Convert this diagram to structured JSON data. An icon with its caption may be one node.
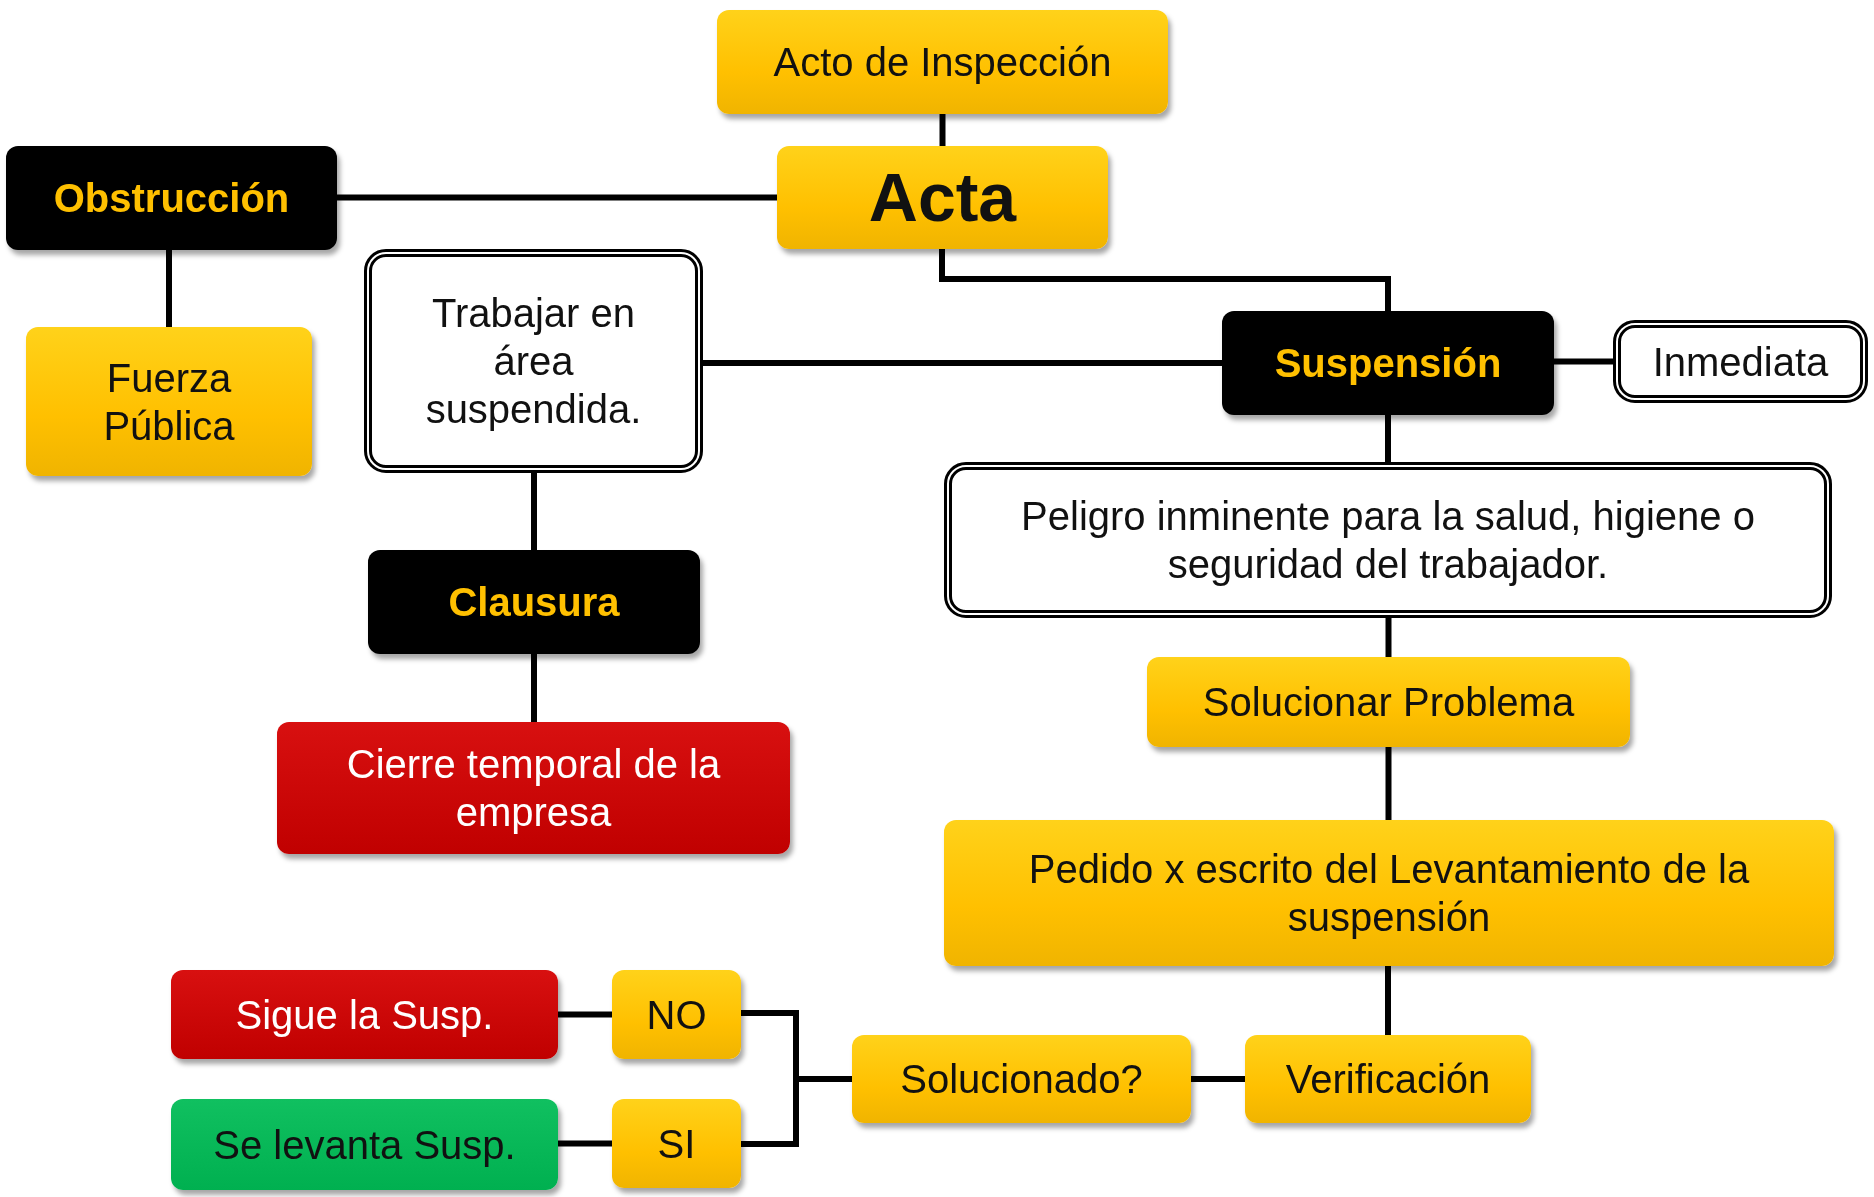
{
  "diagram": {
    "nodes": [
      {
        "text": [
          "Acto de Inspección"
        ]
      },
      {
        "text": [
          "Acta"
        ]
      },
      {
        "text": [
          "Obstrucción"
        ]
      },
      {
        "text": [
          "Fuerza Pública"
        ]
      },
      {
        "text": [
          "Trabajar en área suspendida."
        ]
      },
      {
        "text": [
          "Suspensión"
        ]
      },
      {
        "text": [
          "Inmediata"
        ]
      },
      {
        "text": [
          "Peligro inminente para la salud, higiene o seguridad del trabajador."
        ]
      },
      {
        "text": [
          "Clausura"
        ]
      },
      {
        "text": [
          "Cierre temporal de la empresa"
        ]
      },
      {
        "text": [
          "Solucionar Problema"
        ]
      },
      {
        "text": [
          "Pedido x escrito del Levantamiento de la suspensión"
        ]
      },
      {
        "text": [
          "Verificación"
        ]
      },
      {
        "text": [
          "Solucionado?"
        ]
      },
      {
        "text": [
          "NO"
        ]
      },
      {
        "text": [
          "SI"
        ]
      },
      {
        "text": [
          "Sigue la Susp."
        ]
      },
      {
        "text": [
          "Se levanta Susp."
        ]
      }
    ],
    "edges": [
      {
        "from": 0,
        "to": 1,
        "arrow": "none"
      },
      {
        "from": 2,
        "to": 1,
        "arrow": "none"
      },
      {
        "from": 2,
        "to": 3,
        "arrow": "none"
      },
      {
        "from": 1,
        "to": 5,
        "arrow": "none"
      },
      {
        "from": 4,
        "to": 5,
        "arrow": "none"
      },
      {
        "from": 5,
        "to": 6,
        "arrow": "none"
      },
      {
        "from": 5,
        "to": 7,
        "arrow": "none"
      },
      {
        "from": 4,
        "to": 8,
        "arrow": "none"
      },
      {
        "from": 8,
        "to": 9,
        "arrow": "none"
      },
      {
        "from": 7,
        "to": 10,
        "arrow": "none"
      },
      {
        "from": 10,
        "to": 11,
        "arrow": "none"
      },
      {
        "from": 11,
        "to": 12,
        "arrow": "none"
      },
      {
        "from": 12,
        "to": 13,
        "arrow": "none"
      },
      {
        "from": 13,
        "to": 14,
        "arrow": "none"
      },
      {
        "from": 13,
        "to": 15,
        "arrow": "none"
      },
      {
        "from": 14,
        "to": 16,
        "arrow": "none"
      },
      {
        "from": 15,
        "to": 17,
        "arrow": "none"
      }
    ]
  }
}
